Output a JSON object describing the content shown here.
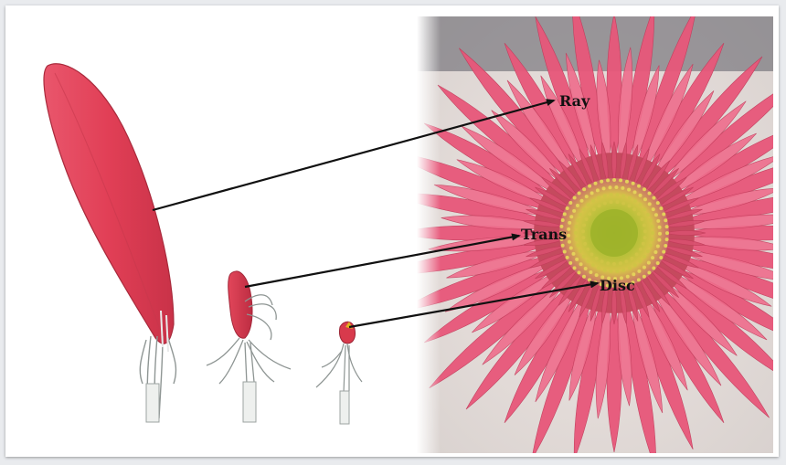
{
  "labels": {
    "ray": "Ray",
    "trans": "Trans",
    "disc": "Disc"
  },
  "colors": {
    "petal": "#e2455a",
    "petal_dark": "#b82a3f",
    "flower_pink": "#e8577a",
    "flower_center_yellow": "#d6c34a",
    "flower_center_green": "#a6b52b",
    "arrow": "#111111",
    "pappus": "#9aa3a0"
  }
}
